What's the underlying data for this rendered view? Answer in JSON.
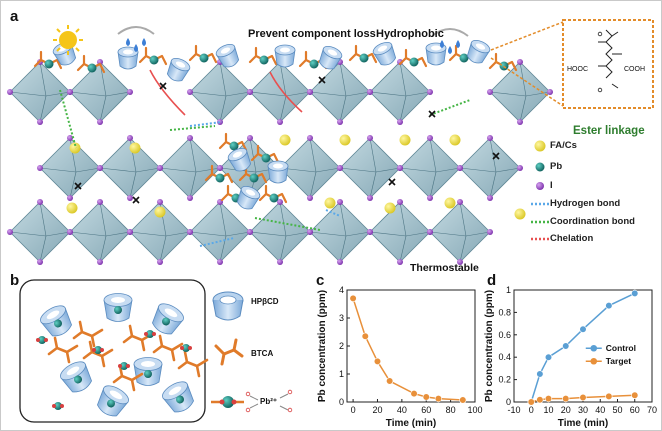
{
  "panel_a": {
    "label": "a",
    "annotations": {
      "prevent_loss": "Prevent component loss",
      "hydrophobic": "Hydrophobic",
      "thermostable": "Thermostable"
    },
    "legend": {
      "ester": "Ester linkage",
      "facs": "FA/Cs",
      "pb": "Pb",
      "i": "I",
      "hbond": "Hydrogen bond",
      "coord": "Coordination bond",
      "chel": "Chelation"
    },
    "molecule": {
      "left": "HOOC",
      "right": "COOH"
    },
    "colors": {
      "octahedron": "#8fb6c4",
      "iodide": "#9b4fc9",
      "facs": "#e8da3a",
      "pb": "#1f8a84",
      "btca": "#e07b2a",
      "hpbcd": "#9ec3e8",
      "hbond": "#5aa8e8",
      "coord": "#46b546",
      "chel": "#e85050",
      "ester_text": "#2e7d2e",
      "box": "#e38c2a"
    }
  },
  "panel_b": {
    "label": "b",
    "legend": {
      "hpbcd": "HPβCD",
      "btca": "BTCA",
      "pb2": "Pb²⁺"
    }
  },
  "panel_c": {
    "label": "c",
    "chart_data": {
      "type": "line",
      "xlabel": "Time (min)",
      "ylabel": "Pb concentration (ppm)",
      "xlim": [
        -5,
        100
      ],
      "ylim": [
        0,
        4
      ],
      "xticks": [
        0,
        20,
        40,
        60,
        80,
        100
      ],
      "yticks": [
        0,
        1,
        2,
        3,
        4
      ],
      "series": [
        {
          "color": "#e8903a",
          "x": [
            0,
            10,
            20,
            30,
            50,
            60,
            70,
            90
          ],
          "y": [
            3.7,
            2.35,
            1.45,
            0.75,
            0.3,
            0.18,
            0.12,
            0.07
          ]
        }
      ]
    }
  },
  "panel_d": {
    "label": "d",
    "chart_data": {
      "type": "line",
      "xlabel": "Time (min)",
      "ylabel": "Pb concentration (ppm)",
      "xlim": [
        -10,
        70
      ],
      "ylim": [
        0,
        1.0
      ],
      "xticks": [
        -10,
        0,
        10,
        20,
        30,
        40,
        50,
        60,
        70
      ],
      "yticks": [
        0,
        0.2,
        0.4,
        0.6,
        0.8,
        1.0
      ],
      "legend_position": "right",
      "series": [
        {
          "name": "Control",
          "color": "#5a9fd4",
          "x": [
            0,
            5,
            10,
            20,
            30,
            45,
            60
          ],
          "y": [
            0.0,
            0.25,
            0.4,
            0.5,
            0.65,
            0.86,
            0.97
          ]
        },
        {
          "name": "Target",
          "color": "#e8903a",
          "x": [
            0,
            5,
            10,
            20,
            30,
            45,
            60
          ],
          "y": [
            0.0,
            0.02,
            0.03,
            0.03,
            0.04,
            0.05,
            0.06
          ]
        }
      ]
    }
  }
}
